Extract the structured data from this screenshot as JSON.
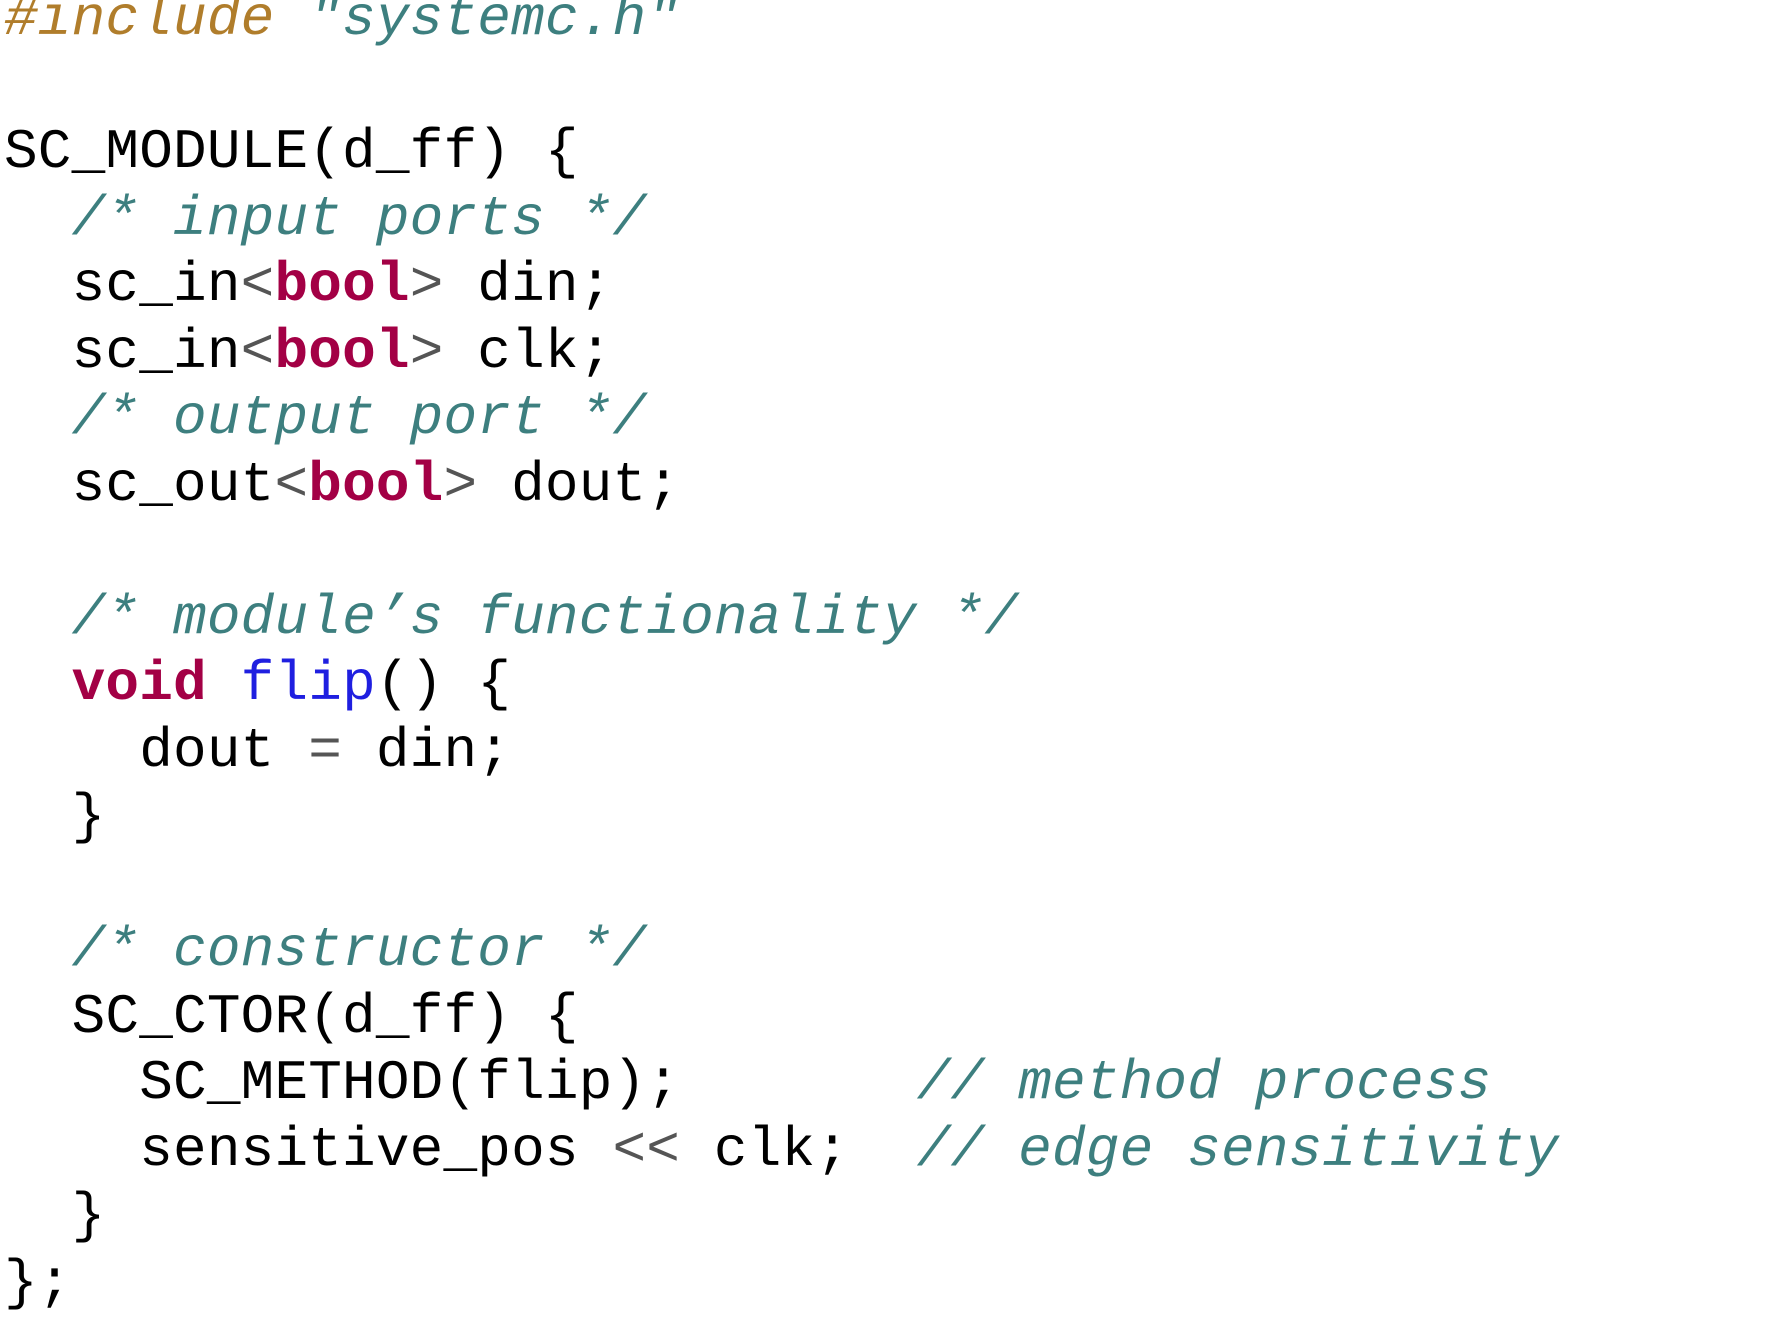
{
  "colors": {
    "preprocessor": "#b07d2b",
    "string": "#3d7f7f",
    "comment": "#3d7f7f",
    "keyword": "#a30045",
    "function": "#1f1fe0",
    "operator": "#555555",
    "plain": "#000000",
    "background": "#ffffff"
  },
  "code": {
    "lines": [
      [
        {
          "t": "#include",
          "c": "pre"
        },
        {
          "t": " ",
          "c": "plain"
        },
        {
          "t": "\"systemc.h\"",
          "c": "str"
        }
      ],
      [],
      [
        {
          "t": "SC_MODULE(d_ff) {",
          "c": "plain"
        }
      ],
      [
        {
          "t": "  ",
          "c": "plain"
        },
        {
          "t": "/* input ports */",
          "c": "cmt"
        }
      ],
      [
        {
          "t": "  sc_in",
          "c": "plain"
        },
        {
          "t": "<",
          "c": "op"
        },
        {
          "t": "bool",
          "c": "kw"
        },
        {
          "t": ">",
          "c": "op"
        },
        {
          "t": " din;",
          "c": "plain"
        }
      ],
      [
        {
          "t": "  sc_in",
          "c": "plain"
        },
        {
          "t": "<",
          "c": "op"
        },
        {
          "t": "bool",
          "c": "kw"
        },
        {
          "t": ">",
          "c": "op"
        },
        {
          "t": " clk;",
          "c": "plain"
        }
      ],
      [
        {
          "t": "  ",
          "c": "plain"
        },
        {
          "t": "/* output port */",
          "c": "cmt"
        }
      ],
      [
        {
          "t": "  sc_out",
          "c": "plain"
        },
        {
          "t": "<",
          "c": "op"
        },
        {
          "t": "bool",
          "c": "kw"
        },
        {
          "t": ">",
          "c": "op"
        },
        {
          "t": " dout;",
          "c": "plain"
        }
      ],
      [],
      [
        {
          "t": "  ",
          "c": "plain"
        },
        {
          "t": "/* module’s functionality */",
          "c": "cmt"
        }
      ],
      [
        {
          "t": "  ",
          "c": "plain"
        },
        {
          "t": "void",
          "c": "kw"
        },
        {
          "t": " ",
          "c": "plain"
        },
        {
          "t": "flip",
          "c": "fn"
        },
        {
          "t": "() {",
          "c": "plain"
        }
      ],
      [
        {
          "t": "    dout ",
          "c": "plain"
        },
        {
          "t": "=",
          "c": "op"
        },
        {
          "t": " din;",
          "c": "plain"
        }
      ],
      [
        {
          "t": "  }",
          "c": "plain"
        }
      ],
      [],
      [
        {
          "t": "  ",
          "c": "plain"
        },
        {
          "t": "/* constructor */",
          "c": "cmt"
        }
      ],
      [
        {
          "t": "  SC_CTOR(d_ff) {",
          "c": "plain"
        }
      ],
      [
        {
          "t": "    SC_METHOD(flip);       ",
          "c": "plain"
        },
        {
          "t": "// method process",
          "c": "cmt"
        }
      ],
      [
        {
          "t": "    sensitive_pos ",
          "c": "plain"
        },
        {
          "t": "<<",
          "c": "op"
        },
        {
          "t": " clk;  ",
          "c": "plain"
        },
        {
          "t": "// edge sensitivity",
          "c": "cmt"
        }
      ],
      [
        {
          "t": "  }",
          "c": "plain"
        }
      ],
      [
        {
          "t": "};",
          "c": "plain"
        }
      ]
    ]
  }
}
